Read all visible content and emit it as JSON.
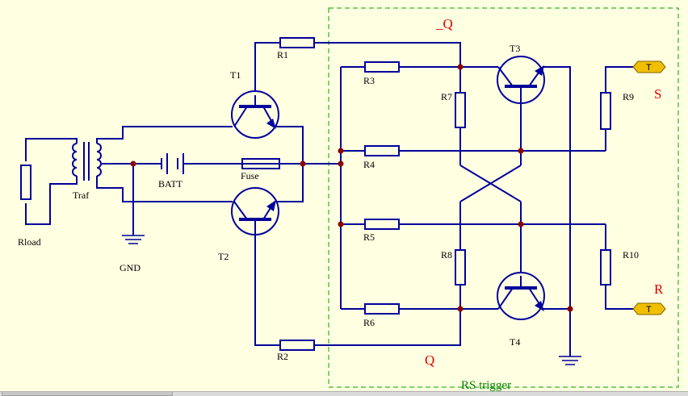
{
  "colors": {
    "background": "#FFFFE1",
    "wire": "#00009C",
    "node": "#8B0000",
    "label_red": "#E00000",
    "box_dash": "#00A000",
    "terminal_fill": "#F0C000"
  },
  "labels": {
    "t1": "T1",
    "t2": "T2",
    "t3": "T3",
    "t4": "T4",
    "r1": "R1",
    "r2": "R2",
    "r3": "R3",
    "r4": "R4",
    "r5": "R5",
    "r6": "R6",
    "r7": "R7",
    "r8": "R8",
    "r9": "R9",
    "r10": "R10",
    "traf": "Traf",
    "batt": "BATT",
    "fuse": "Fuse",
    "gnd": "GND",
    "rload": "Rload",
    "q_bar": "_Q",
    "q": "Q",
    "s": "S",
    "r": "R",
    "rs_trigger": "RS trigger",
    "terminal_s": "T",
    "terminal_r": "T"
  }
}
